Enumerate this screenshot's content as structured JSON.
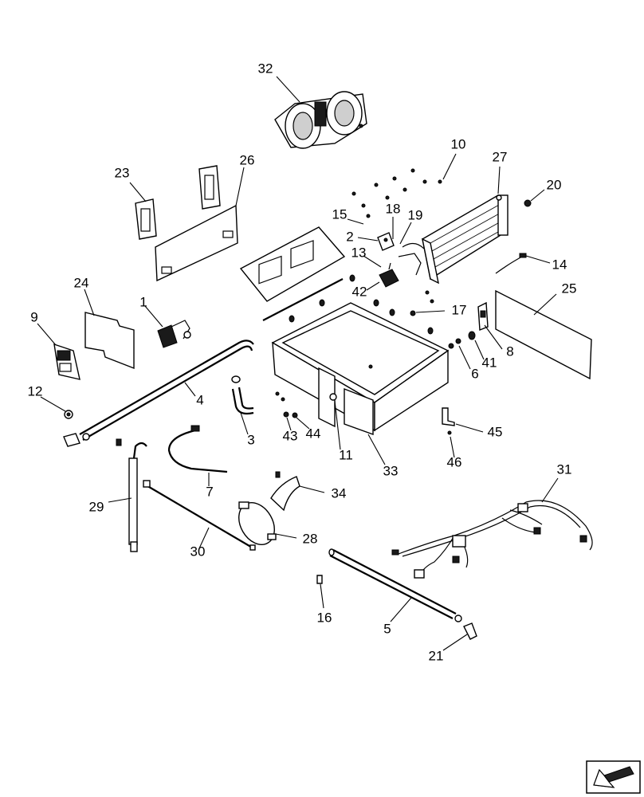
{
  "callouts": [
    "1",
    "2",
    "3",
    "4",
    "5",
    "6",
    "7",
    "8",
    "9",
    "10",
    "11",
    "12",
    "13",
    "14",
    "15",
    "16",
    "17",
    "18",
    "19",
    "20",
    "21",
    "23",
    "24",
    "25",
    "26",
    "27",
    "28",
    "29",
    "30",
    "31",
    "32",
    "33",
    "34",
    "41",
    "42",
    "43",
    "44",
    "45",
    "46"
  ],
  "nav_icon": "next-page-arrow-icon"
}
